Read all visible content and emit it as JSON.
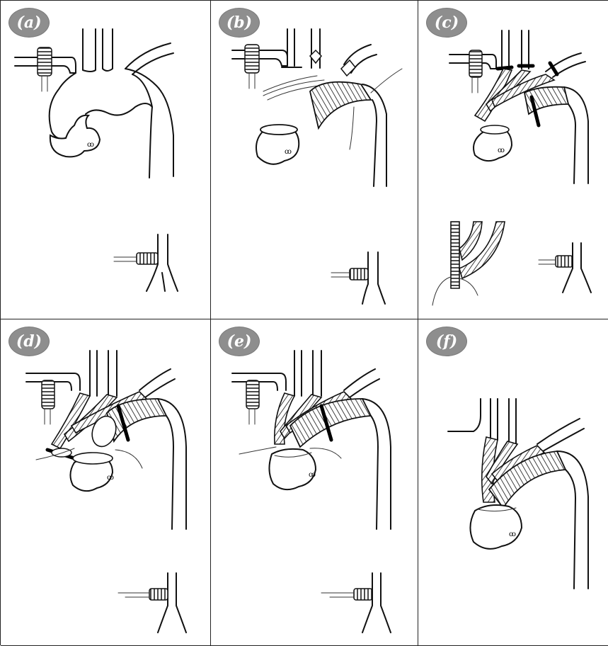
{
  "panels": [
    {
      "label": "(a)"
    },
    {
      "label": "(b)"
    },
    {
      "label": "(c)"
    },
    {
      "label": "(d)"
    },
    {
      "label": "(e)"
    },
    {
      "label": "(f)"
    }
  ],
  "heart_mark": "ꝏ",
  "colors": {
    "badge": "#8e8e8e",
    "ink": "#111111",
    "background": "#ffffff",
    "border": "#222222"
  }
}
